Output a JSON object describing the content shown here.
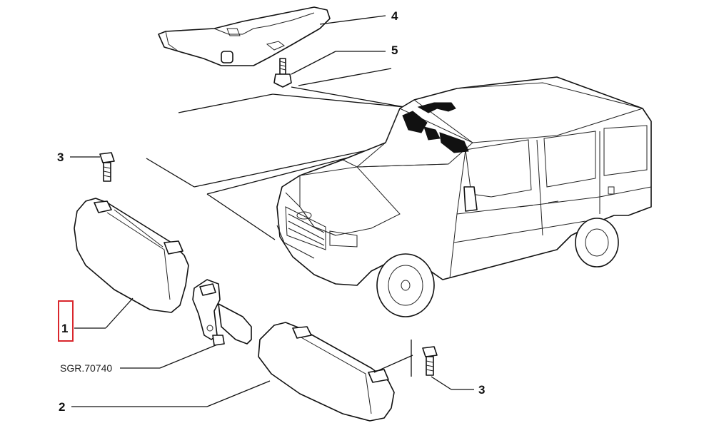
{
  "labels": {
    "sun_visor_left": "1",
    "sun_visor_right": "2",
    "screw_left": "3",
    "screw_right": "3",
    "handle": "4",
    "bolt": "5",
    "reference_code": "SGR.70740"
  },
  "colors": {
    "line": "#111111",
    "highlight_box": "#d9262c",
    "background": "#ffffff"
  }
}
